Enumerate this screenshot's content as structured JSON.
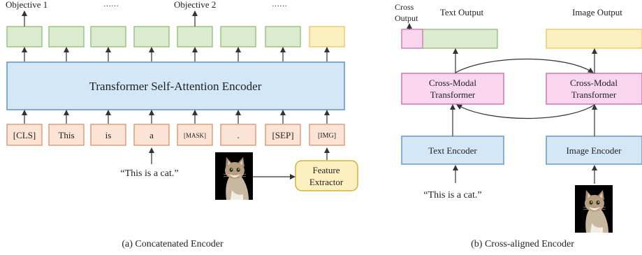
{
  "colors": {
    "output_green_fill": "#dcebd0",
    "output_green_stroke": "#86b86a",
    "output_yellow_fill": "#fdf0c0",
    "output_yellow_stroke": "#e3c15a",
    "transformer_fill": "#d4e7f7",
    "transformer_stroke": "#5a93c9",
    "token_fill": "#fbe3d6",
    "token_stroke": "#d98a5c",
    "crossmodal_fill": "#f9d6ee",
    "crossmodal_stroke": "#c46fb0",
    "feature_fill": "#fdf0c0",
    "feature_stroke": "#d6b03a",
    "cross_output_fill": "#f9d6ee"
  },
  "panel_a": {
    "objective1": "Objective 1",
    "dots1": "……",
    "objective2": "Objective 2",
    "dots2": "……",
    "encoder_label": "Transformer Self-Attention Encoder",
    "tokens": [
      "[CLS]",
      "This",
      "is",
      "a",
      "[MASK]",
      ".",
      "[SEP]",
      "[IMG]"
    ],
    "text_input": "“This is a cat.”",
    "feature_line1": "Feature",
    "feature_line2": "Extractor",
    "cat_image_icon": "cat-photo",
    "caption": "(a) Concatenated Encoder"
  },
  "panel_b": {
    "cross_output_line1": "Cross",
    "cross_output_line2": "Output",
    "text_output": "Text Output",
    "image_output": "Image Output",
    "cm_line1": "Cross-Modal",
    "cm_line2": "Transformer",
    "text_encoder": "Text Encoder",
    "image_encoder": "Image Encoder",
    "text_input": "“This is a cat.”",
    "cat_image_icon": "cat-photo",
    "caption": "(b) Cross-aligned Encoder"
  }
}
